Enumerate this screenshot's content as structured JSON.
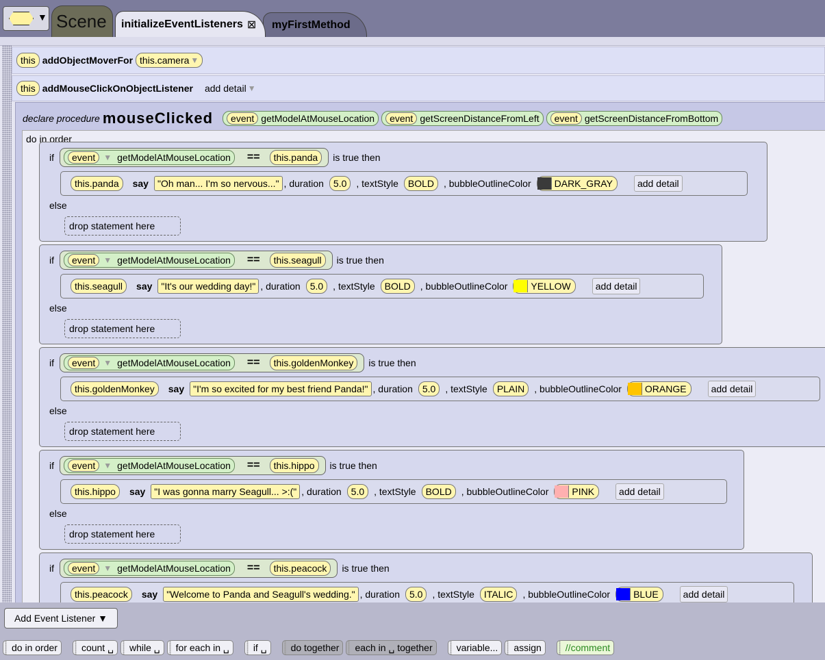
{
  "tabs": {
    "scene": "Scene",
    "active": "initializeEventListeners",
    "close_icon": "⊠",
    "other": "myFirstMethod"
  },
  "row1": {
    "target": "this",
    "method": "addObjectMoverFor",
    "arg": "this.camera"
  },
  "row2": {
    "target": "this",
    "method": "addMouseClickOnObjectListener",
    "detail": "add detail"
  },
  "procedure": {
    "declare_label": "declare procedure",
    "name": "mouseClicked",
    "params": [
      {
        "event": "event",
        "fn": "getModelAtMouseLocation"
      },
      {
        "event": "event",
        "fn": "getScreenDistanceFromLeft"
      },
      {
        "event": "event",
        "fn": "getScreenDistanceFromBottom"
      }
    ],
    "do_in_order": "do in order"
  },
  "labels": {
    "if": "if",
    "is_true_then": "is true then",
    "else": "else",
    "drop": "drop statement here",
    "say": "say",
    "duration": ", duration",
    "textStyle": ", textStyle",
    "bubble": ", bubbleOutlineColor",
    "add_detail": "add detail",
    "eq": "==",
    "event": "event",
    "getModel": "getModelAtMouseLocation"
  },
  "ifs": [
    {
      "target": "this.panda",
      "text": "\"Oh man... I'm so nervous...\"",
      "duration": "5.0",
      "style": "BOLD",
      "color_name": "DARK_GRAY",
      "color": "#3a3a3a"
    },
    {
      "target": "this.seagull",
      "text": "\"It's our wedding day!\"",
      "duration": "5.0",
      "style": "BOLD",
      "color_name": "YELLOW",
      "color": "#ffff00"
    },
    {
      "target": "this.goldenMonkey",
      "text": "\"I'm so excited for my best friend Panda!\"",
      "duration": "5.0",
      "style": "PLAIN",
      "color_name": "ORANGE",
      "color": "#ffc400"
    },
    {
      "target": "this.hippo",
      "text": "\"I was gonna marry Seagull... >:(\"",
      "duration": "5.0",
      "style": "BOLD",
      "color_name": "PINK",
      "color": "#ffb0b0"
    },
    {
      "target": "this.peacock",
      "text": "\"Welcome to Panda and Seagull's wedding.\"",
      "duration": "5.0",
      "style": "ITALIC",
      "color_name": "BLUE",
      "color": "#0000ff"
    }
  ],
  "bottom": {
    "add_event": "Add Event Listener ▼"
  },
  "palette": [
    "do in order",
    "count ␣",
    "while ␣",
    "for each in ␣",
    "if ␣",
    "do together",
    "each in ␣ together",
    "variable...",
    "assign",
    "//comment"
  ]
}
